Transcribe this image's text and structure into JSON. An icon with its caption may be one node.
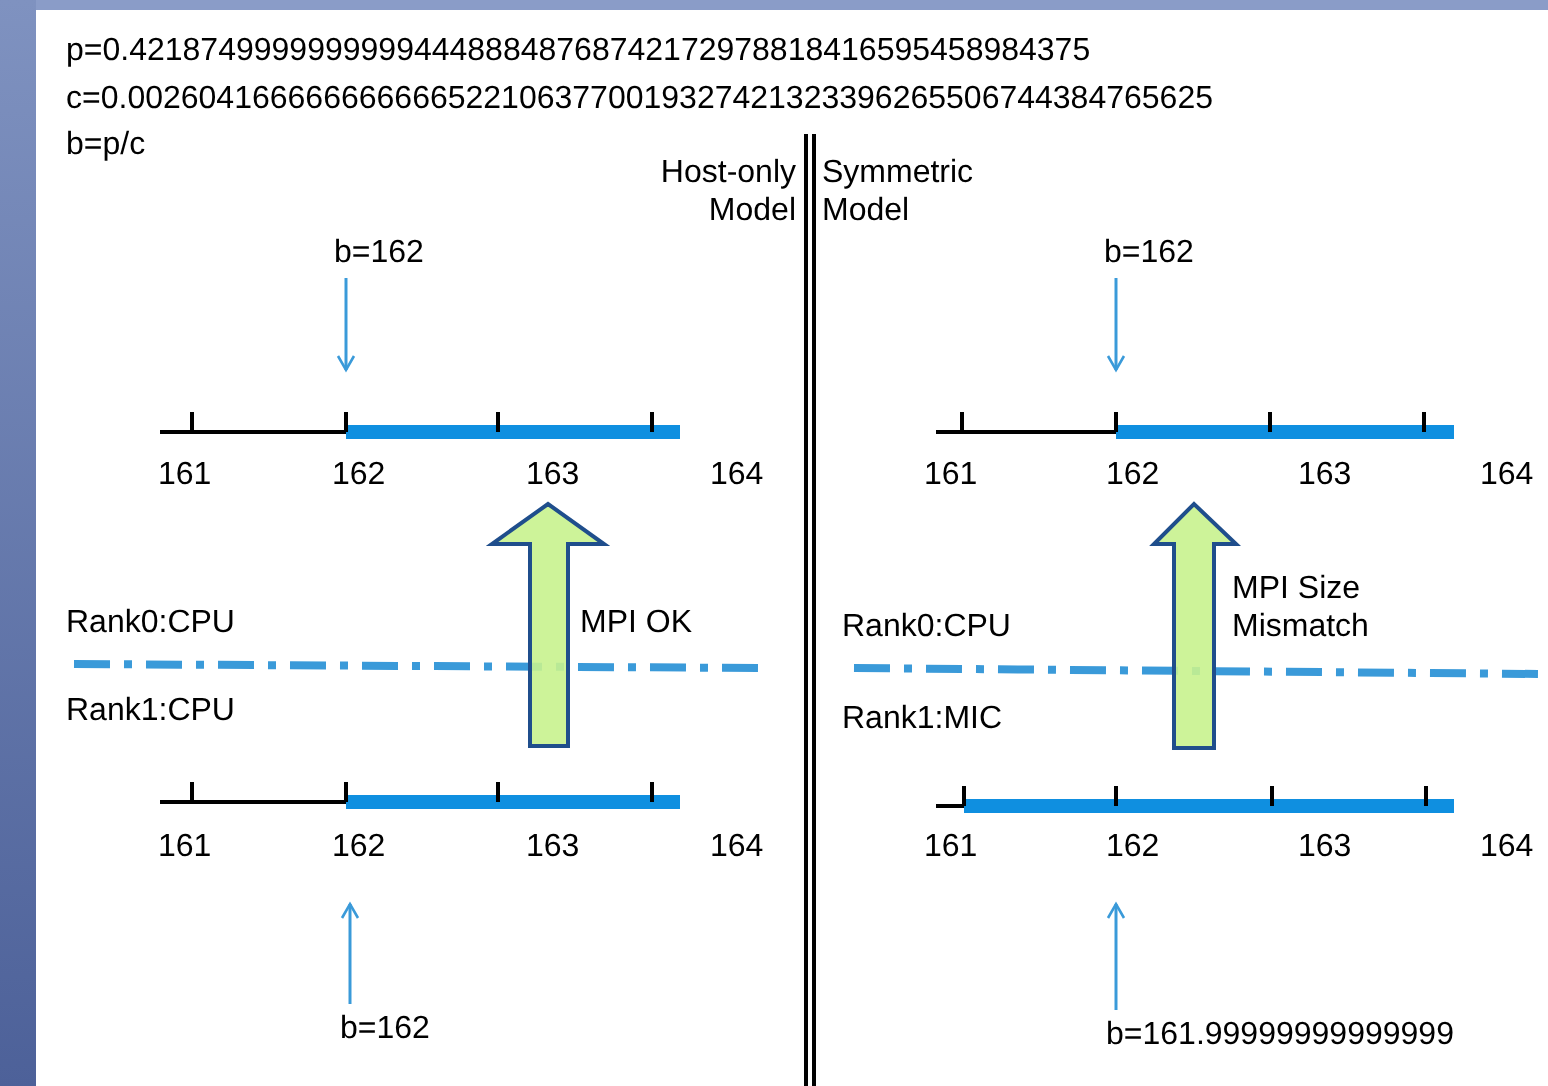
{
  "diagram": {
    "nodes": [
      {
        "text": [
          "b=162"
        ]
      },
      {
        "text": [
          "b=162"
        ]
      },
      {
        "text": [
          "b=162"
        ]
      },
      {
        "text": [
          "b=161.99999999999999"
        ]
      }
    ],
    "edges": [
      {
        "from": 0,
        "to": null,
        "arrow": "to"
      },
      {
        "from": 1,
        "to": null,
        "arrow": "to"
      },
      {
        "from": 2,
        "to": null,
        "arrow": "to"
      },
      {
        "from": 3,
        "to": null,
        "arrow": "to"
      }
    ],
    "labels": [
      "p=0.421874999999999944488848768742172978818416595458984375",
      "c=0.0026041666666666665221063770019327421323396265506744384765625",
      "b=p/c",
      "Host-only Model",
      "Symmetric Model",
      "161",
      "162",
      "163",
      "164",
      "161",
      "162",
      "163",
      "164",
      "Rank0:CPU",
      "MPI OK",
      "MPI Size Mismatch",
      "Rank0:CPU",
      "Rank1:CPU",
      "Rank1:MIC",
      "161",
      "162",
      "163",
      "164",
      "161",
      "162",
      "163",
      "164"
    ]
  }
}
